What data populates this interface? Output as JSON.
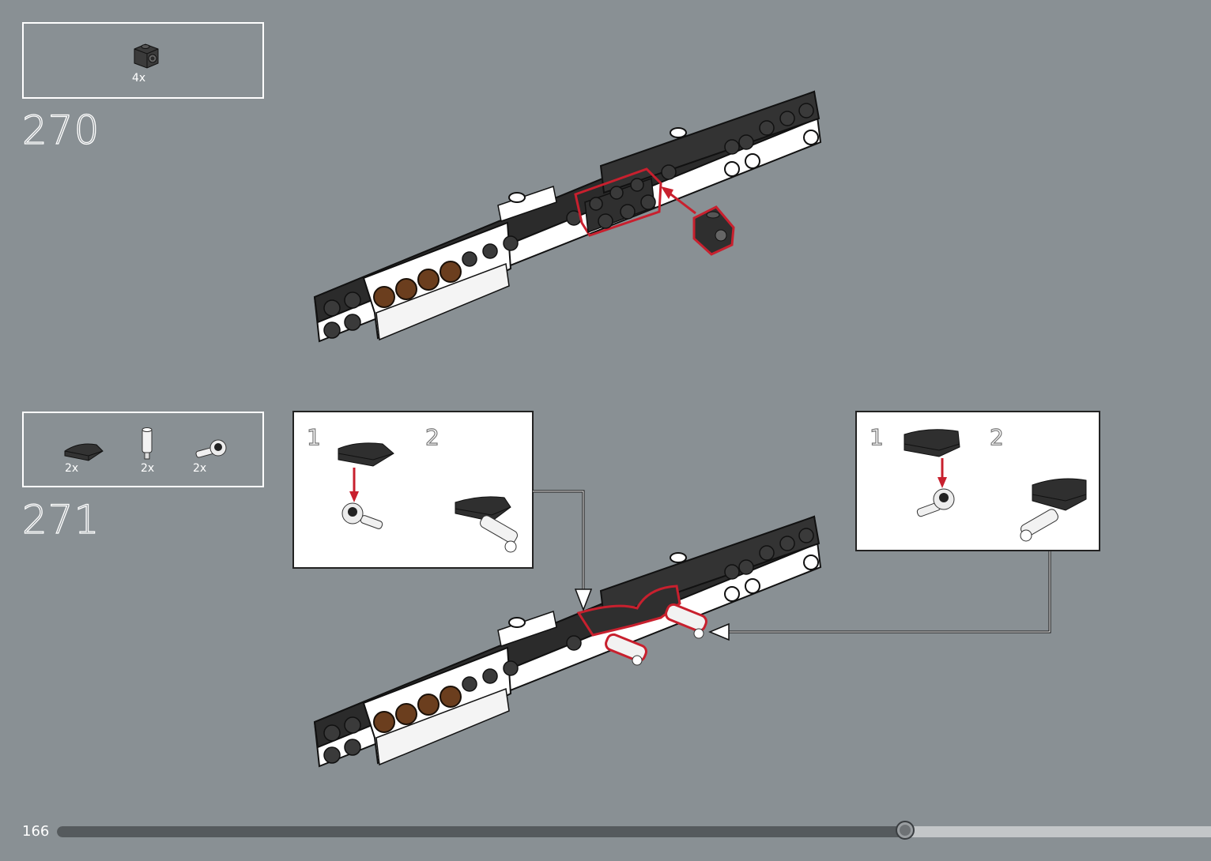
{
  "page": {
    "number": "166",
    "progress": 0.735,
    "colors": {
      "background": "#899094",
      "highlight": "#c8202e"
    }
  },
  "steps": [
    {
      "number": "270",
      "parts": [
        {
          "icon": "round-brick-1x1-icon",
          "qty": "4x"
        }
      ]
    },
    {
      "number": "271",
      "parts": [
        {
          "icon": "curved-slope-icon",
          "qty": "2x"
        },
        {
          "icon": "pin-connector-icon",
          "qty": "2x"
        },
        {
          "icon": "ball-joint-icon",
          "qty": "2x"
        }
      ],
      "callouts": [
        {
          "side": "left",
          "sub_steps": [
            "1",
            "2"
          ]
        },
        {
          "side": "right",
          "sub_steps": [
            "1",
            "2"
          ]
        }
      ]
    }
  ]
}
